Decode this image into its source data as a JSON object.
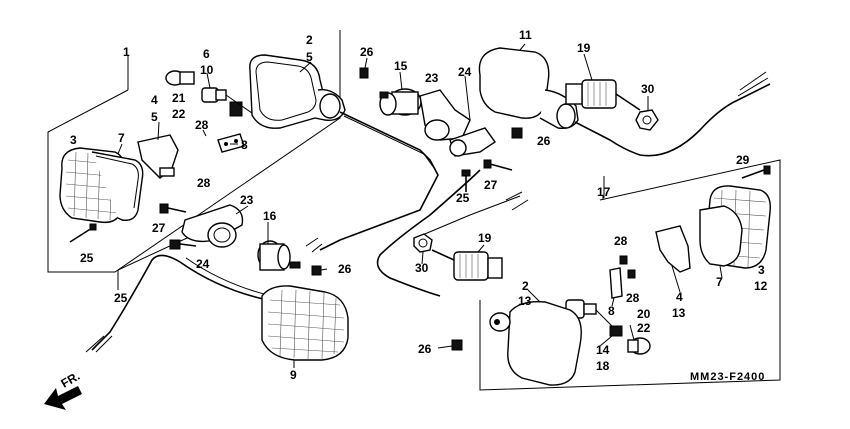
{
  "diagram_code": "MM23-F2400",
  "front_marker": "FR.",
  "callouts": {
    "c1": "1",
    "c2a": "2",
    "c5a": "5",
    "c26a": "26",
    "c6": "6",
    "c10": "10",
    "c21": "21",
    "c22a": "22",
    "c4a": "4",
    "c5b": "5",
    "c28a": "28",
    "c28b": "28",
    "c8a": "8",
    "c3a": "3",
    "c7a": "7",
    "c27a": "27",
    "c25a": "25",
    "c23a": "23",
    "c24a": "24",
    "c16": "16",
    "c26b": "26",
    "c25b": "25",
    "c9": "9",
    "c15": "15",
    "c23b": "23",
    "c24b": "24",
    "c26c": "26",
    "c27b": "27",
    "c25c": "25",
    "c11": "11",
    "c19a": "19",
    "c30a": "30",
    "c29": "29",
    "c17": "17",
    "c19b": "19",
    "c30b": "30",
    "c28c": "28",
    "c28d": "28",
    "c4b": "4",
    "c13a": "13",
    "c7b": "7",
    "c3b": "3",
    "c12": "12",
    "c2b": "2",
    "c13b": "13",
    "c8b": "8",
    "c14": "14",
    "c18": "18",
    "c20": "20",
    "c22b": "22",
    "c26d": "26"
  }
}
